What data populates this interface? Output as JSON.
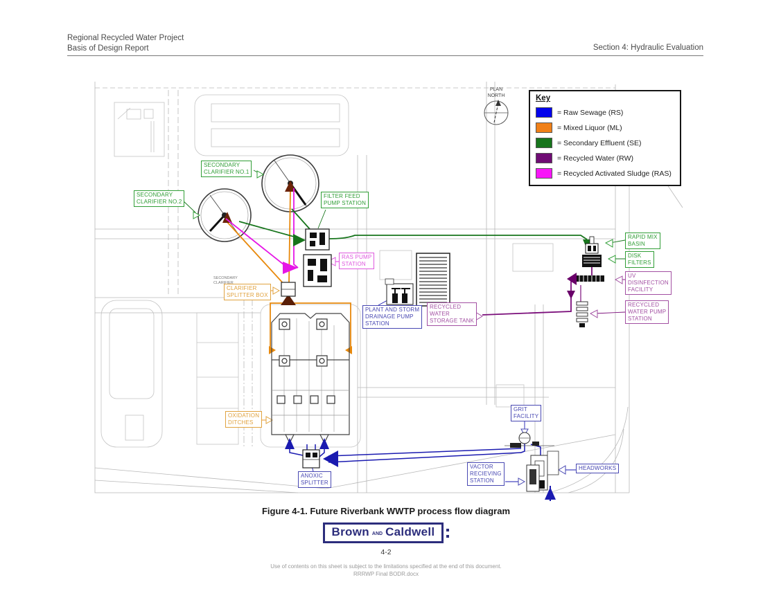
{
  "header": {
    "left_line1": "Regional Recycled Water Project",
    "left_line2": "Basis of Design Report",
    "right": "Section 4: Hydraulic Evaluation"
  },
  "legend": {
    "title": "Key",
    "items": [
      {
        "id": "raw-sewage",
        "label": "= Raw Sewage (RS)",
        "color": "#0404ec"
      },
      {
        "id": "mixed-liquor",
        "label": "= Mixed Liquor (ML)",
        "color": "#f08018"
      },
      {
        "id": "secondary-effluent",
        "label": "= Secondary Effluent (SE)",
        "color": "#17751c"
      },
      {
        "id": "recycled-water",
        "label": "= Recycled Water (RW)",
        "color": "#6f0c74"
      },
      {
        "id": "recycled-activated-sludge",
        "label": "= Recycled Activated Sludge (RAS)",
        "color": "#f816f8"
      }
    ]
  },
  "diagram": {
    "plan_north": {
      "line1": "PLAN",
      "line2": "NORTH"
    },
    "notes": {
      "sc_line1": "SECONDARY",
      "sc_line2": "CLARIFIER"
    },
    "callouts": [
      {
        "id": "secondary-clarifier-no1",
        "text": "SECONDARY\nCLARIFIER NO.1",
        "color": "#2f9d35"
      },
      {
        "id": "secondary-clarifier-no2",
        "text": "SECONDARY\nCLARIFIER NO.2",
        "color": "#2f9d35"
      },
      {
        "id": "filter-feed-pump-station",
        "text": "FILTER FEED\nPUMP STATION",
        "color": "#2f9d35"
      },
      {
        "id": "ras-pump-station",
        "text": "RAS PUMP\nSTATION",
        "color": "#de58de"
      },
      {
        "id": "clarifier-splitter-box",
        "text": "CLARIFIER\nSPLITTER BOX",
        "color": "#e0a23e"
      },
      {
        "id": "plant-and-storm-drainage-pump-station",
        "text": "PLANT AND STORM\nDRAINAGE PUMP\nSTATION",
        "color": "#4747b2"
      },
      {
        "id": "recycled-water-storage-tank",
        "text": "RECYCLED\nWATER\nSTORAGE TANK",
        "color": "#a24fa2"
      },
      {
        "id": "rapid-mix-basin",
        "text": "RAPID MIX\nBASIN",
        "color": "#2f9d35"
      },
      {
        "id": "disk-filters",
        "text": "DISK\nFILTERS",
        "color": "#2f9d35"
      },
      {
        "id": "uv-disinfection-facility",
        "text": "UV\nDISINFECTION\nFACILITY",
        "color": "#a24fa2"
      },
      {
        "id": "recycled-water-pump-station",
        "text": "RECYCLED\nWATER PUMP\nSTATION",
        "color": "#a24fa2"
      },
      {
        "id": "oxidation-ditches",
        "text": "OXIDATION\nDITCHES",
        "color": "#e0a23e"
      },
      {
        "id": "anoxic-splitter",
        "text": "ANOXIC\nSPLITTER",
        "color": "#4747b2"
      },
      {
        "id": "grit-facility",
        "text": "GRIT\nFACILITY",
        "color": "#4747b2"
      },
      {
        "id": "vactor-recieving-station",
        "text": "VACTOR\nRECIEVING\nSTATION",
        "color": "#4747b2"
      },
      {
        "id": "headworks",
        "text": "HEADWORKS",
        "color": "#4747b2"
      }
    ]
  },
  "caption": "Figure 4-1. Future Riverbank WWTP process flow diagram",
  "logo": {
    "word1": "Brown",
    "word2": "AND",
    "word3": "Caldwell"
  },
  "page_number": "4-2",
  "footer": {
    "line1": "Use of contents on this sheet is subject to the limitations specified at the end of this document.",
    "line2": "RRRWP Final BODR.docx"
  },
  "colors": {
    "raw_sewage_line": "#1a1ab0",
    "mixed_liquor_line": "#e8890c",
    "secondary_effluent_line": "#17751c",
    "recycled_water_line": "#7a0d7a",
    "ras_line": "#e616e6",
    "logo_navy": "#2c2d7c"
  }
}
